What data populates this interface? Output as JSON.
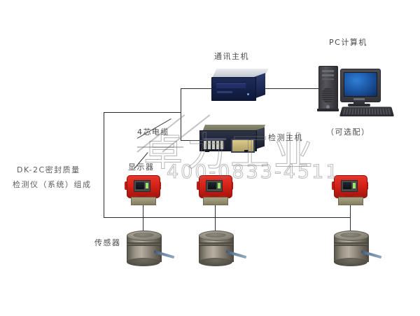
{
  "diagram": {
    "title_label": "DK-2C密封质量",
    "title_label_line2": "检测仪（系统）组成",
    "labels": {
      "comm_host": "通讯主机",
      "pc": "PC计算机",
      "pc_optional": "（可选配）",
      "cable": "4芯电缆",
      "display_unit": "显示器",
      "detection_host": "检测主机",
      "sensor": "传感器"
    },
    "watermark": {
      "brand": "卓力工业",
      "phone": "400-0833-4511"
    },
    "nodes": [
      {
        "id": "comm-host",
        "name": "通讯主机",
        "type": "device-box",
        "color": "#1a2550"
      },
      {
        "id": "pc",
        "name": "PC计算机",
        "type": "computer",
        "color": "#3b3b40"
      },
      {
        "id": "det-host",
        "name": "检测主机",
        "type": "instrument",
        "color": "#20263a"
      },
      {
        "id": "display-1",
        "name": "显示器",
        "type": "display-unit",
        "color": "#cf1f16"
      },
      {
        "id": "display-2",
        "name": "显示器",
        "type": "display-unit",
        "color": "#cf1f16"
      },
      {
        "id": "display-3",
        "name": "显示器",
        "type": "display-unit",
        "color": "#cf1f16"
      },
      {
        "id": "sensor-1",
        "name": "传感器",
        "type": "sensor",
        "color": "#8e897c"
      },
      {
        "id": "sensor-2",
        "name": "传感器",
        "type": "sensor",
        "color": "#8e897c"
      },
      {
        "id": "sensor-3",
        "name": "传感器",
        "type": "sensor",
        "color": "#8e897c"
      }
    ],
    "connections": [
      {
        "from": "det-host",
        "to": "comm-host",
        "cable": "4芯电缆"
      },
      {
        "from": "comm-host",
        "to": "pc",
        "cable": ""
      },
      {
        "from": "det-host",
        "to": "display-1",
        "cable": "4芯电缆"
      },
      {
        "from": "det-host",
        "to": "display-2",
        "cable": "4芯电缆"
      },
      {
        "from": "det-host",
        "to": "display-3",
        "cable": "4芯电缆"
      },
      {
        "from": "display-1",
        "to": "sensor-1",
        "cable": ""
      },
      {
        "from": "display-2",
        "to": "sensor-2",
        "cable": ""
      },
      {
        "from": "display-3",
        "to": "sensor-3",
        "cable": ""
      }
    ]
  }
}
